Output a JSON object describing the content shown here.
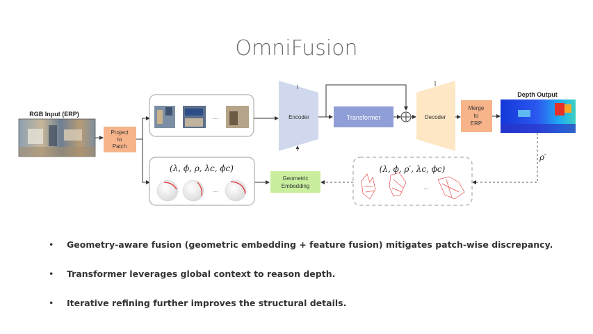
{
  "title": "OmniFusion",
  "labels": {
    "rgb_input": "RGB Input (ERP)",
    "project_to_patch": [
      "Project",
      "to",
      "Patch"
    ],
    "ellipsis": "...",
    "encoder": "Encoder",
    "transformer": "Transformer",
    "decoder": "Decoder",
    "merge_to_erp": [
      "Merge",
      "to",
      "ERP"
    ],
    "depth_output": "Depth Output",
    "geometric_embedding": [
      "Geometric",
      "Embedding"
    ],
    "math_top": "(λ, ϕ, ρ, λc, ϕc)",
    "math_bottom": "(λ, ϕ, ρ′, λc, ϕc)",
    "rho_prime": "ρ′"
  },
  "bullets": [
    "Geometry-aware fusion (geometric embedding + feature fusion) mitigates patch-wise discrepancy.",
    "Transformer leverages global context to reason depth.",
    "Iterative refining further improves the structural details."
  ],
  "colors": {
    "encoder": "#cfd8ec",
    "decoder": "#fde7c4",
    "transformer": "#8f9ed6",
    "orange_box": "#f7b48a",
    "green_box": "#c9ef9e",
    "depth_blue": "#1f3fe0"
  }
}
